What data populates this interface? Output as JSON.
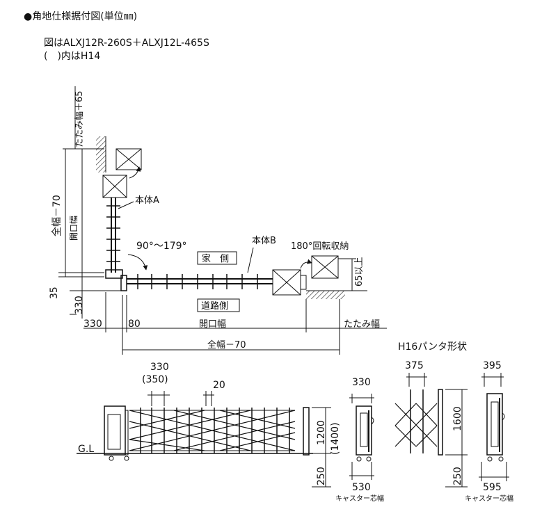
{
  "header": {
    "title": "●角地仕様据付図(単位㎜)",
    "model": "図はALXJ12R-260S＋ALXJ12L-465S",
    "note": "(　)内はH14"
  },
  "plan": {
    "label_fold_plus": "たたみ幅＋65",
    "label_total_v": "全幅－70",
    "label_opening_v": "開口幅",
    "label_unit_a": "本体A",
    "label_unit_b": "本体B",
    "label_angle": "90°～179°",
    "label_rotate": "180°回転収納",
    "label_house": "家　側",
    "label_road": "道路側",
    "label_65": "65以上",
    "dim_35": "35",
    "dim_330_v": "330",
    "dim_330_h": "330",
    "dim_80": "80",
    "label_opening_h": "開口幅",
    "label_fold": "たたみ幅",
    "label_total_h": "全幅－70"
  },
  "elevation": {
    "pitch": "330",
    "pitch_h14": "(350)",
    "dim_20": "20",
    "gl": "G.L",
    "height": "1200",
    "height_h14": "(1400)",
    "dim_250": "250"
  },
  "side1": {
    "top": "330",
    "bottom": "530",
    "caption": "キャスター芯幅"
  },
  "h16": {
    "title": "H16パンタ形状",
    "pitch": "375",
    "height": "1600",
    "dim_250": "250",
    "top": "395",
    "bottom": "595",
    "caption": "キャスター芯幅"
  }
}
